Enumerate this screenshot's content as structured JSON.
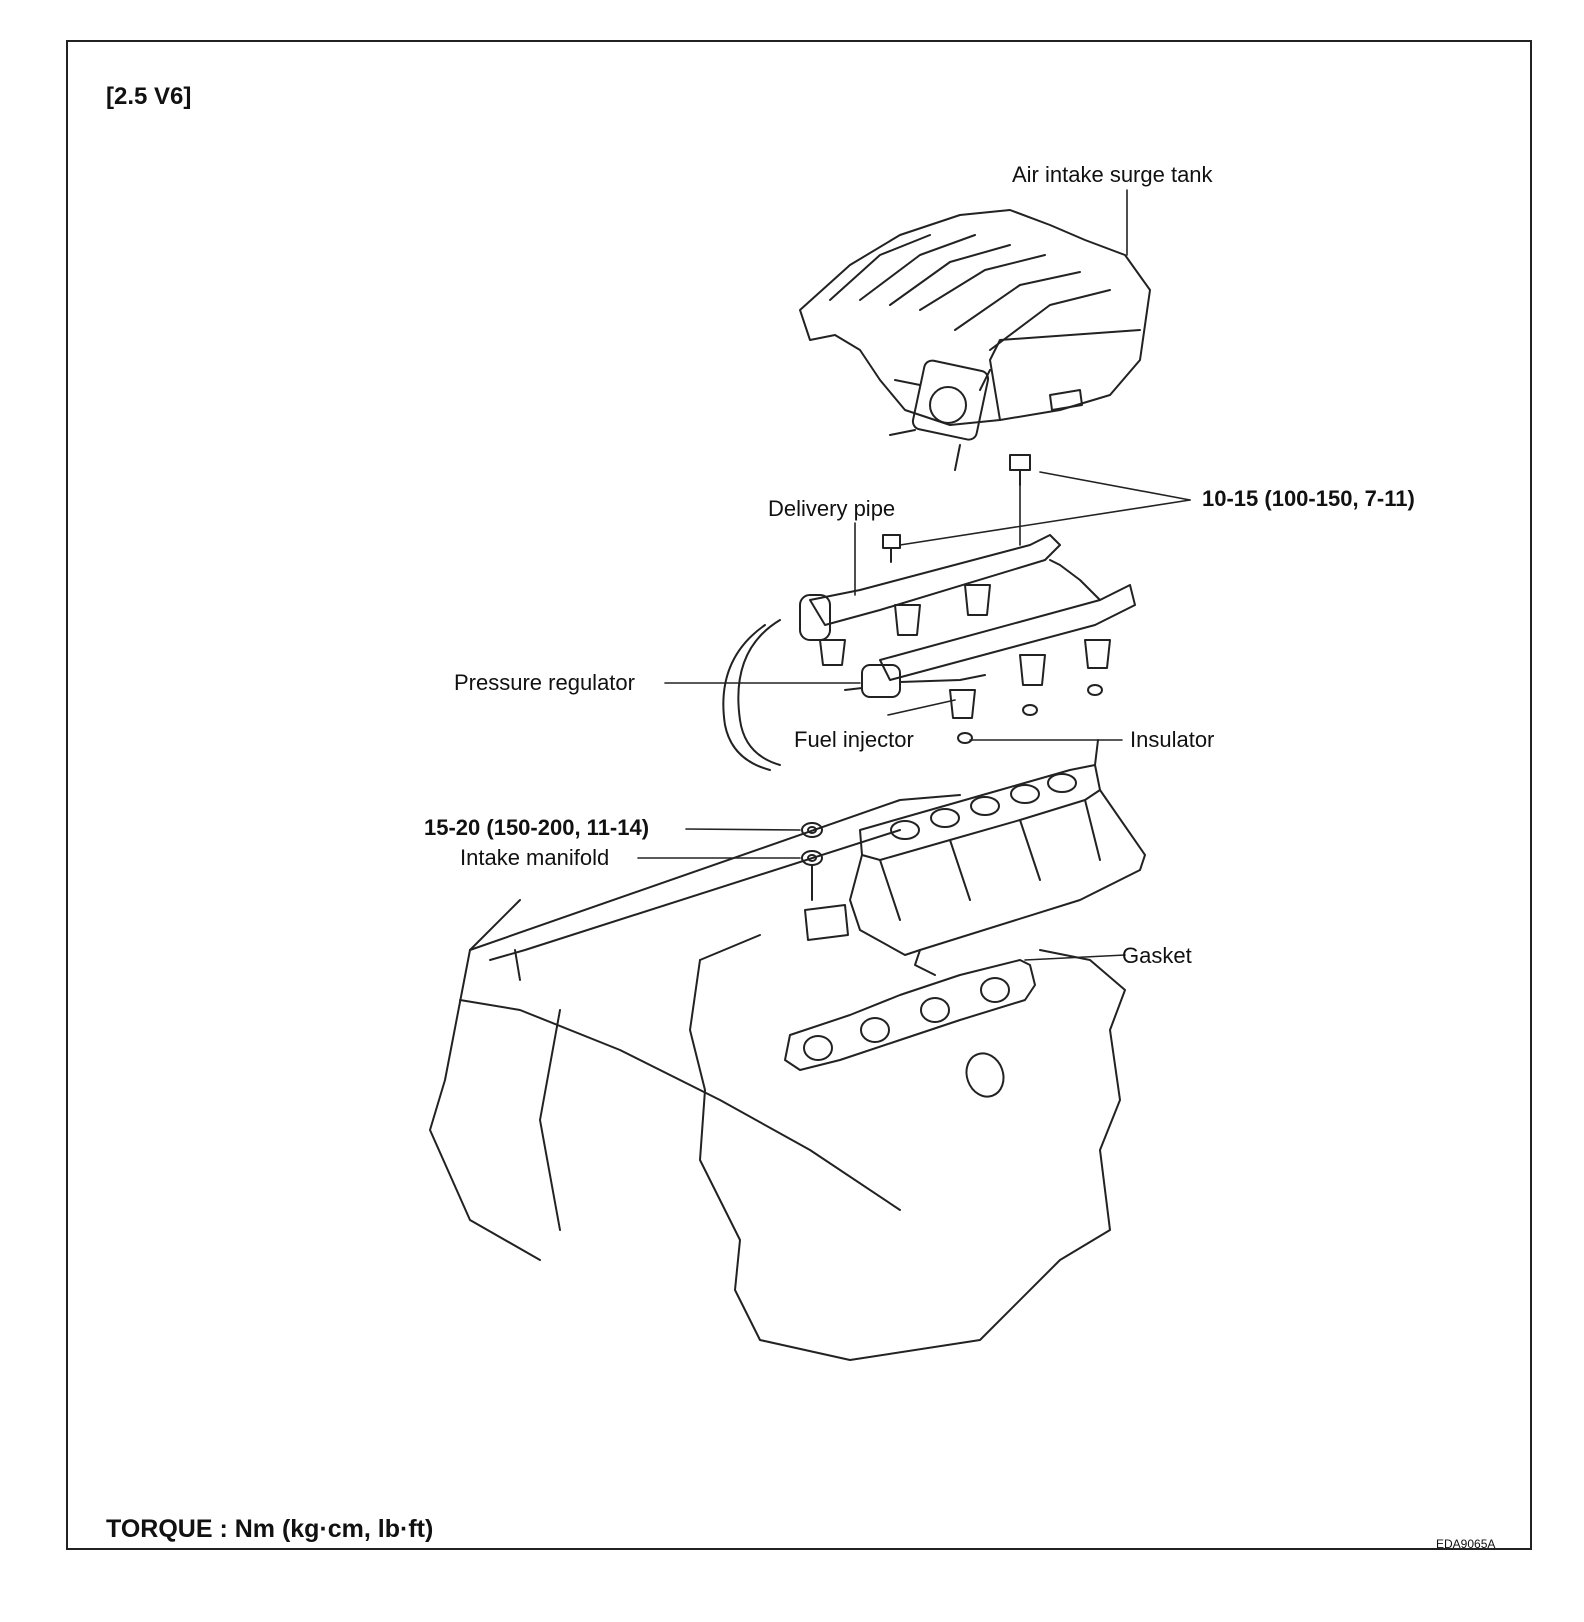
{
  "header": {
    "variant": "[2.5 V6]"
  },
  "labels": {
    "air_intake_surge_tank": "Air intake surge tank",
    "delivery_pipe": "Delivery pipe",
    "torque_bolts_upper": "10-15 (100-150, 7-11)",
    "pressure_regulator": "Pressure regulator",
    "fuel_injector": "Fuel injector",
    "insulator": "Insulator",
    "torque_bolts_lower": "15-20 (150-200, 11-14)",
    "intake_manifold": "Intake manifold",
    "gasket": "Gasket"
  },
  "footer": {
    "torque_units": "TORQUE : Nm (kg·cm, lb·ft)",
    "drawing_code": "EDA9065A"
  }
}
